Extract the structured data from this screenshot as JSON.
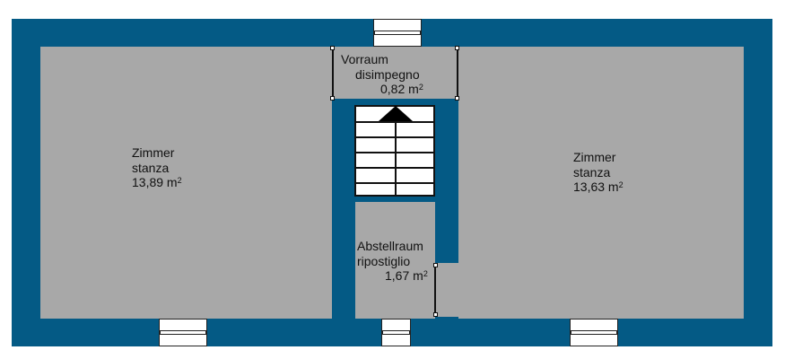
{
  "colors": {
    "wall": "#045a85",
    "floor": "#a8a8a8",
    "window": "#ffffff",
    "line": "#111111"
  },
  "rooms": [
    {
      "id": "left",
      "name_de": "Zimmer",
      "name_it": "stanza",
      "area": "13,89 m",
      "unit_sup": "2"
    },
    {
      "id": "vorraum",
      "name_de": "Vorraum",
      "name_it": "disimpegno",
      "area": "0,82 m",
      "unit_sup": "2"
    },
    {
      "id": "abstellraum",
      "name_de": "Abstellraum",
      "name_it": "ripostiglio",
      "area": "1,67 m",
      "unit_sup": "2"
    },
    {
      "id": "right",
      "name_de": "Zimmer",
      "name_it": "stanza",
      "area": "13,63 m",
      "unit_sup": "2"
    }
  ],
  "stairs": {
    "steps": 6,
    "direction": "up"
  },
  "windows": [
    "top-center",
    "bottom-left",
    "bottom-center",
    "bottom-right"
  ]
}
